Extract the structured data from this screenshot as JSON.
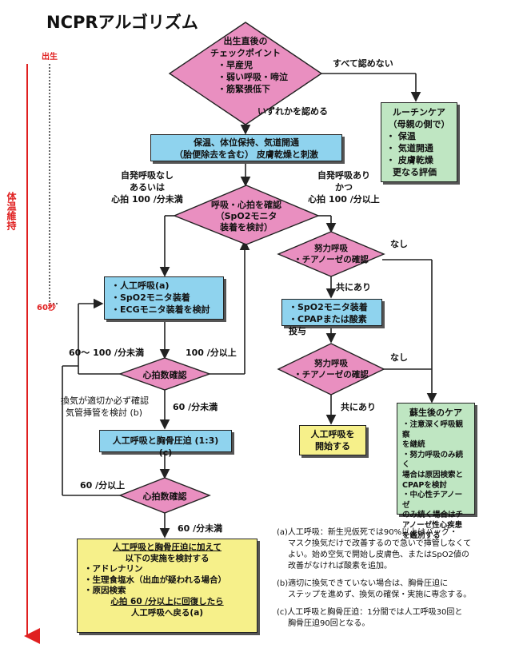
{
  "title": "NCPRアルゴリズム",
  "timeline": {
    "birth": "出生",
    "temp": "体温維持",
    "sec60": "60秒"
  },
  "d1": {
    "l1": "出生直後の",
    "l2": "チェックポイント",
    "l3": "・早産児",
    "l4": "・弱い呼吸・啼泣",
    "l5": "・筋緊張低下"
  },
  "lbl_none_all": "すべて認めない",
  "lbl_any": "いずれかを認める",
  "routine": {
    "title": "ルーチンケア",
    "sub": "（母親の側で）",
    "i1": "・ 保温",
    "i2": "・ 気道開通",
    "i3": "・ 皮膚乾燥",
    "i4": "更なる評価"
  },
  "b1": {
    "l1": "保温、体位保持、気道開通",
    "l2": "（胎便除去を含む） 皮膚乾燥と刺激"
  },
  "lbl_noresp": {
    "l1": "自発呼吸なし",
    "l2": "あるいは",
    "l3": "心拍  100 /分未満"
  },
  "lbl_resp": {
    "l1": "自発呼吸あり",
    "l2": "かつ",
    "l3": "心拍  100 /分以上"
  },
  "d2": {
    "l1": "呼吸・心拍を確認",
    "l2": "（SpO2モニタ",
    "l3": "装着を検討）"
  },
  "d3": {
    "l1": "努力呼吸",
    "l2": "・チアノーゼの確認"
  },
  "lbl_none1": "なし",
  "lbl_both1": "共にあり",
  "b2": {
    "l1": "・人工呼吸(a)",
    "l2": "・SpO2モニタ装着",
    "l3": "・ECGモニタ装着を検討"
  },
  "b3": {
    "l1": "・SpO2モニタ装着",
    "l2": "・CPAPまたは酸素投与"
  },
  "lbl_60_100": "60～ 100 /分未満",
  "lbl_100up": "100 /分以上",
  "d4": {
    "l1": "心拍数確認"
  },
  "d5": {
    "l1": "努力呼吸",
    "l2": "・チアノーゼの確認"
  },
  "lbl_none2": "なし",
  "lbl_both2": "共にあり",
  "lbl_vent": {
    "l1": "換気が適切か必ず確認",
    "l2": "気管挿管を検討 (b)"
  },
  "lbl_60under1": "60 /分未満",
  "b4": {
    "l1": "人工呼吸と胸骨圧迫 (1:3) (c)"
  },
  "b5": {
    "l1": "人工呼吸を",
    "l2": "開始する"
  },
  "post": {
    "title": "蘇生後のケア",
    "i1": "・注意深く呼吸観察",
    "i2": "を継続",
    "i3": "・努力呼吸のみ続く",
    "i4": "場合は原因検索と",
    "i5": "CPAPを検討",
    "i6": "・中心性チアノーゼ",
    "i7": "のみ続く場合はチ",
    "i8": "アノーゼ性心疾患",
    "i9": "を鑑別する"
  },
  "lbl_60up": "60 /分以上",
  "d6": {
    "l1": "心拍数確認"
  },
  "lbl_60under2": "60 /分未満",
  "b6": {
    "l1": "人工呼吸と胸骨圧迫に加えて",
    "l2": "以下の実施を検討する",
    "i1": "・アドレナリン",
    "i2": "・生理食塩水（出血が疑われる場合）",
    "i3": "・原因検索",
    "l3": "心拍 60 /分以上に回復したら",
    "l4": "人工呼吸へ戻る(a)"
  },
  "notes": {
    "a1": "(a)人工呼吸：新生児仮死では90%以上はバッグ・",
    "a2": "マスク換気だけで改善するので急いで挿管しなくて",
    "a3": "よい。始め空気で開始し皮膚色、またはSpO2値の",
    "a4": "改善がなければ酸素を追加。",
    "b1": "(b)適切に換気できていない場合は、胸骨圧迫に",
    "b2": "ステップを進めず、換気の確保・実施に専念する。",
    "c1": "(c)人工呼吸と胸骨圧迫：1分間では人工呼吸30回と",
    "c2": "胸骨圧迫90回となる。"
  },
  "colors": {
    "diamond": "#e98fc0",
    "blue": "#8fd3ee",
    "green": "#bfe6c2",
    "yellow": "#f6f08a",
    "red": "#e02020"
  }
}
